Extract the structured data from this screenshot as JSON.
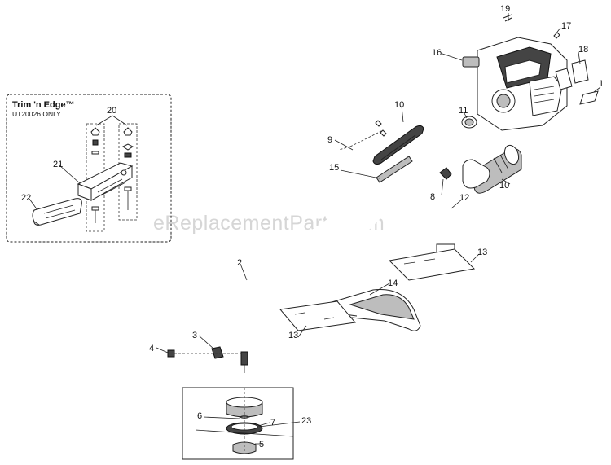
{
  "watermark": "eReplacementParts.com",
  "inset": {
    "title": "Trim 'n Edge™",
    "subtitle": "UT20026 ONLY"
  },
  "callouts": [
    "1",
    "2",
    "3",
    "4",
    "5",
    "6",
    "7",
    "8",
    "9",
    "10",
    "10",
    "11",
    "12",
    "13",
    "13",
    "14",
    "15",
    "16",
    "17",
    "18",
    "19",
    "20",
    "21",
    "22",
    "23"
  ]
}
